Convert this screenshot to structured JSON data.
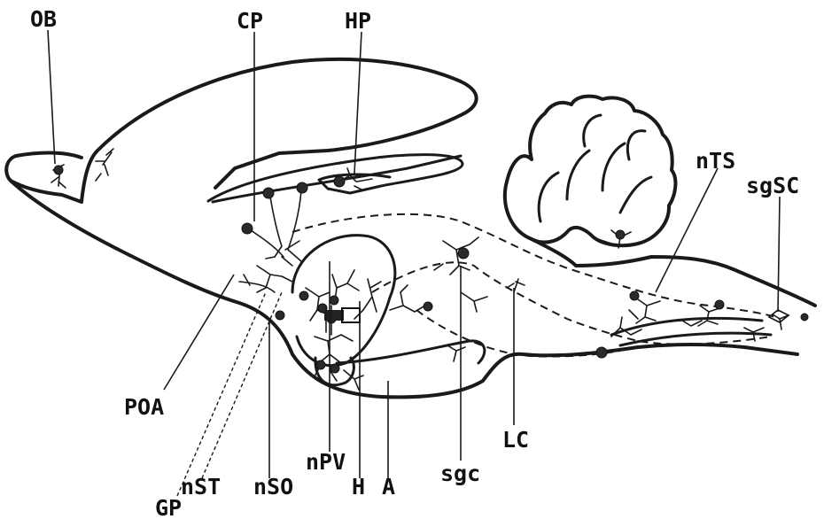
{
  "labels": {
    "ob": "OB",
    "cp": "CP",
    "hp": "HP",
    "nts": "nTS",
    "sgsc": "sgSC",
    "poa": "POA",
    "gp": "GP",
    "nst": "nST",
    "nso": "nSO",
    "npv": "nPV",
    "h": "H",
    "a": "A",
    "sgc": "sgc",
    "lc": "LC"
  }
}
